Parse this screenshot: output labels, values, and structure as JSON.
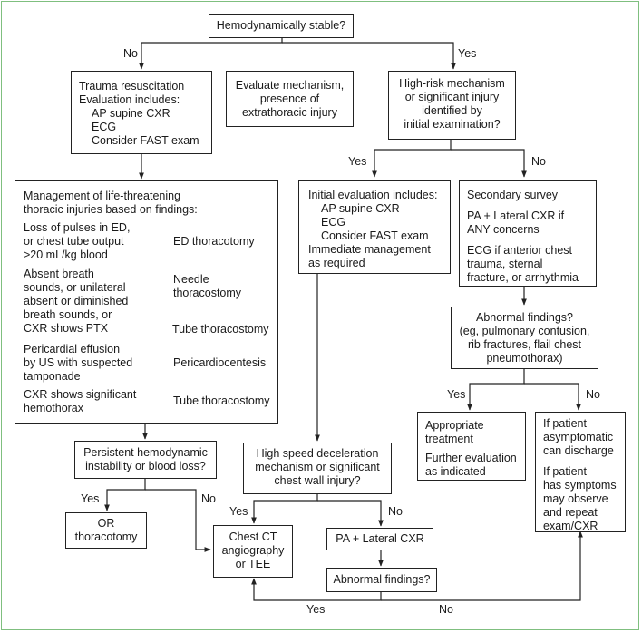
{
  "hemo_stable": "Hemodynamically stable?",
  "no": "No",
  "yes": "Yes",
  "trauma": {
    "title": "Trauma resuscitation",
    "eval": "Evaluation includes:",
    "items": [
      "AP supine CXR",
      "ECG",
      "Consider FAST exam"
    ]
  },
  "evaluate_mechanism": "Evaluate mechanism,\npresence of\nextrathoracic injury",
  "high_risk": "High-risk mechanism\nor significant injury\nidentified by\ninitial examination?",
  "management": {
    "title": "Management of life-threatening\nthoracic injuries based on findings:",
    "rows": [
      {
        "finding": "Loss of pulses in ED,\nor chest tube output\n>20 mL/kg blood",
        "action": "ED thoracotomy"
      },
      {
        "finding": "Absent breath\nsounds, or unilateral\nabsent or diminished\nbreath sounds, or\nCXR shows PTX",
        "action": "Needle\nthoracostomy",
        "action2": "Tube thoracostomy"
      },
      {
        "finding": "Pericardial effusion\nby US with suspected\ntamponade",
        "action": "Pericardiocentesis"
      },
      {
        "finding": "CXR shows significant\nhemothorax",
        "action": "Tube thoracostomy"
      }
    ]
  },
  "initial_eval": {
    "title": "Initial evaluation includes:",
    "items": [
      "AP supine CXR",
      "ECG",
      "Consider FAST exam"
    ],
    "tail": "Immediate management\nas required"
  },
  "secondary": {
    "title": "Secondary survey",
    "p1": "PA + Lateral CXR if\nANY concerns",
    "p2": "ECG if anterior chest\ntrauma, sternal\nfracture, or arrhythmia"
  },
  "abnormal_q1": "Abnormal findings?\n(eg, pulmonary contusion,\nrib fractures, flail chest\npneumothorax)",
  "appropriate": {
    "p1": "Appropriate\ntreatment",
    "p2": "Further evaluation\nas indicated"
  },
  "asymptomatic": {
    "p1": "If patient\nasymptomatic\ncan discharge",
    "p2": "If patient\nhas symptoms\nmay observe\nand repeat\nexam/CXR"
  },
  "persistent": "Persistent hemodynamic\ninstability or blood loss?",
  "or_thoracotomy": "OR\nthoracotomy",
  "high_speed": "High speed deceleration\nmechanism or significant\nchest wall injury?",
  "chest_ct": "Chest CT\nangiography\nor TEE",
  "pa_lateral": "PA + Lateral CXR",
  "abnormal_q2": "Abnormal findings?",
  "colors": {
    "border": "#7fbf7f",
    "line": "#222222"
  }
}
